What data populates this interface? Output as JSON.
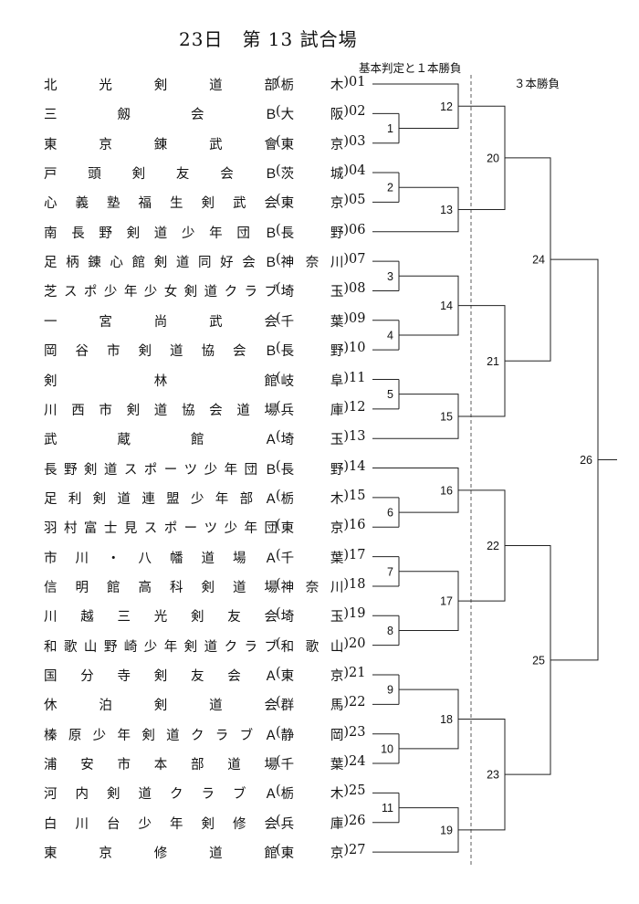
{
  "header": {
    "title": "23日　第 13 試合場",
    "phase1_label": "基本判定と１本勝負",
    "phase2_label": "３本勝負"
  },
  "teams": [
    {
      "no": "01",
      "name": "北光剣道部",
      "pref": "栃木"
    },
    {
      "no": "02",
      "name": "三劔会Ｂ",
      "pref": "大阪"
    },
    {
      "no": "03",
      "name": "東京錬武會",
      "pref": "東京"
    },
    {
      "no": "04",
      "name": "戸頭剣友会Ｂ",
      "pref": "茨城"
    },
    {
      "no": "05",
      "name": "心義塾福生剣武会",
      "pref": "東京"
    },
    {
      "no": "06",
      "name": "南長野剣道少年団Ｂ",
      "pref": "長野"
    },
    {
      "no": "07",
      "name": "足柄錬心館剣道同好会Ｂ",
      "pref": "神奈川"
    },
    {
      "no": "08",
      "name": "芝スポ少年少女剣道クラブ",
      "pref": "埼玉"
    },
    {
      "no": "09",
      "name": "一宮尚武会",
      "pref": "千葉"
    },
    {
      "no": "10",
      "name": "岡谷市剣道協会Ｂ",
      "pref": "長野"
    },
    {
      "no": "11",
      "name": "剣林館",
      "pref": "岐阜"
    },
    {
      "no": "12",
      "name": "川西市剣道協会道場",
      "pref": "兵庫"
    },
    {
      "no": "13",
      "name": "武蔵館Ａ",
      "pref": "埼玉"
    },
    {
      "no": "14",
      "name": "長野剣道スポーツ少年団Ｂ",
      "pref": "長野"
    },
    {
      "no": "15",
      "name": "足利剣道連盟少年部Ａ",
      "pref": "栃木"
    },
    {
      "no": "16",
      "name": "羽村富士見スポーツ少年団",
      "pref": "東京"
    },
    {
      "no": "17",
      "name": "市川・八幡道場Ａ",
      "pref": "千葉"
    },
    {
      "no": "18",
      "name": "信明館高科剣道場",
      "pref": "神奈川"
    },
    {
      "no": "19",
      "name": "川越三光剣友会",
      "pref": "埼玉"
    },
    {
      "no": "20",
      "name": "和歌山野崎少年剣道クラブ",
      "pref": "和歌山"
    },
    {
      "no": "21",
      "name": "国分寺剣友会Ａ",
      "pref": "東京"
    },
    {
      "no": "22",
      "name": "休泊剣道会",
      "pref": "群馬"
    },
    {
      "no": "23",
      "name": "榛原少年剣道クラブＡ",
      "pref": "静岡"
    },
    {
      "no": "24",
      "name": "浦安市本部道場",
      "pref": "千葉"
    },
    {
      "no": "25",
      "name": "河内剣道クラブＡ",
      "pref": "栃木"
    },
    {
      "no": "26",
      "name": "白川台少年剣修会",
      "pref": "兵庫"
    },
    {
      "no": "27",
      "name": "東京修道館",
      "pref": "東京"
    }
  ],
  "matches": [
    {
      "id": "1",
      "a": "team02",
      "b": "team03"
    },
    {
      "id": "2",
      "a": "team04",
      "b": "team05"
    },
    {
      "id": "3",
      "a": "team07",
      "b": "team08"
    },
    {
      "id": "4",
      "a": "team09",
      "b": "team10"
    },
    {
      "id": "5",
      "a": "team11",
      "b": "team12"
    },
    {
      "id": "6",
      "a": "team15",
      "b": "team16"
    },
    {
      "id": "7",
      "a": "team17",
      "b": "team18"
    },
    {
      "id": "8",
      "a": "team19",
      "b": "team20"
    },
    {
      "id": "9",
      "a": "team21",
      "b": "team22"
    },
    {
      "id": "10",
      "a": "team23",
      "b": "team24"
    },
    {
      "id": "11",
      "a": "team25",
      "b": "team26"
    },
    {
      "id": "12",
      "a": "team01",
      "b": "m1"
    },
    {
      "id": "13",
      "a": "m2",
      "b": "team06"
    },
    {
      "id": "14",
      "a": "m3",
      "b": "m4"
    },
    {
      "id": "15",
      "a": "m5",
      "b": "team13"
    },
    {
      "id": "16",
      "a": "team14",
      "b": "m6"
    },
    {
      "id": "17",
      "a": "m7",
      "b": "m8"
    },
    {
      "id": "18",
      "a": "m9",
      "b": "m10"
    },
    {
      "id": "19",
      "a": "m11",
      "b": "team27"
    },
    {
      "id": "20",
      "a": "m12",
      "b": "m13"
    },
    {
      "id": "21",
      "a": "m14",
      "b": "m15"
    },
    {
      "id": "22",
      "a": "m16",
      "b": "m17"
    },
    {
      "id": "23",
      "a": "m18",
      "b": "m19"
    },
    {
      "id": "24",
      "a": "m20",
      "b": "m21"
    },
    {
      "id": "25",
      "a": "m22",
      "b": "m23"
    },
    {
      "id": "26",
      "a": "m24",
      "b": "m25"
    }
  ]
}
